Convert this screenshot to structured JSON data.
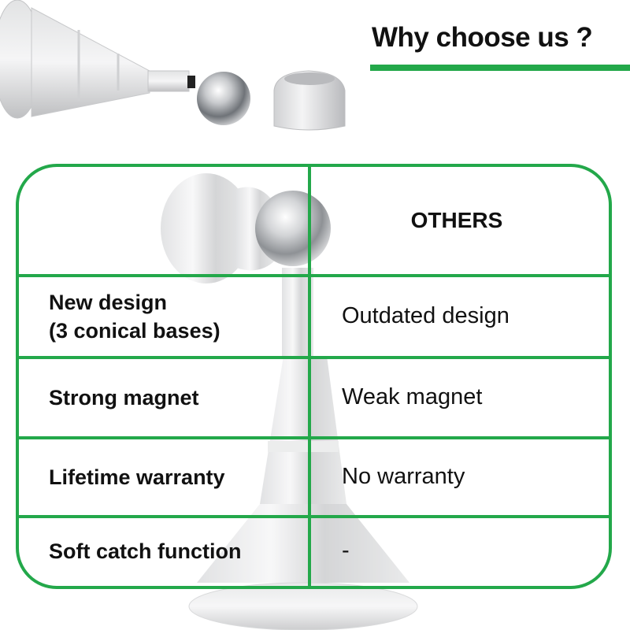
{
  "heading": {
    "title": "Why choose us ?"
  },
  "colors": {
    "accent": "#23a84a",
    "text": "#111111",
    "background": "#ffffff"
  },
  "table": {
    "header": {
      "left": "",
      "right": "OTHERS"
    },
    "rows": [
      {
        "left_line1": "New design",
        "left_line2": "(3 conical bases)",
        "right": "Outdated design"
      },
      {
        "left": "Strong magnet",
        "right": "Weak magnet"
      },
      {
        "left": "Lifetime warranty",
        "right": "No warranty"
      },
      {
        "left": "Soft catch function",
        "right": "-"
      }
    ]
  },
  "images": {
    "top": "magnetic-door-stopper-photo",
    "background": "door-stopper-standing-photo"
  }
}
